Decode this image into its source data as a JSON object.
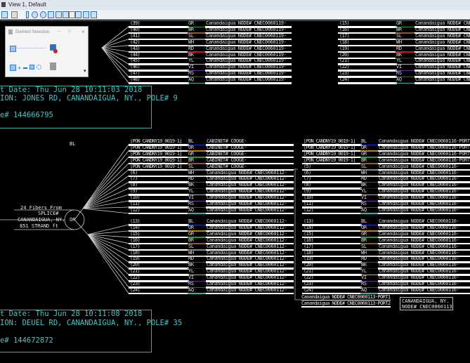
{
  "window": {
    "title": "View 1, Default"
  },
  "dialog": {
    "title": "Element Selection",
    "close": "×",
    "minimize": "–",
    "maximize": "□",
    "more": "▾"
  },
  "fiber_colors": {
    "BL": "#1a2cc8",
    "OR": "#c07a20",
    "GR": "#2a9a3a",
    "BR": "#8a5a30",
    "SL": "#888888",
    "WH": "#cccccc",
    "RD": "#c01818",
    "BK": "#222222",
    "YL": "#c8c020",
    "VI": "#6a2a9a",
    "RS": "#c02050",
    "AQ": "#30b0b0"
  },
  "header_color": "#4cc4c4",
  "poles": [
    {
      "date": "t Date: Thu Jun 28 10:11:03 2018",
      "location": "ION: JONES RD, CANANDAIGUA, NY., POLE# 9",
      "id": "e#  144666795"
    },
    {
      "date": "t Date: Thu Jun 28 10:11:08 2018",
      "location": "ION: DEUEL RD, CANANDAIGUA, NY., POLE# 35",
      "id": "e#  144672872"
    }
  ],
  "splice": {
    "label": "BL",
    "line1": "24 Fibers From",
    "line2": "SPLICE#",
    "line3": "CANANDAIGUA, NY.",
    "line4": "851 STRAND ft",
    "code": "OR"
  },
  "node_labels": {
    "port1": "Canandaigua NODE# CNEC0060113-PORT1",
    "port2": "Canandaigua NODE# CNEC0060113-PORT2",
    "box1": "CANANDAIGUA, NY.",
    "box2": "NODE# CNEC0060113"
  },
  "tables": [
    {
      "rows": [
        [
          "(39)",
          "GR",
          "Canandaigua NODE# CNEC0060119-"
        ],
        [
          "(40)",
          "BR",
          "Canandaigua NODE# CNEC0060119-"
        ],
        [
          "(41)",
          "SL",
          "Canandaigua NODE# CNEC0060119-"
        ],
        [
          "(42)",
          "WH",
          "Canandaigua NODE# CNEC0060119-"
        ],
        [
          "(43)",
          "RD",
          "Canandaigua NODE# CNEC0060119-"
        ],
        [
          "(44)",
          "BK",
          "Canandaigua NODE# CNEC0060119-"
        ],
        [
          "(45)",
          "YL",
          "Canandaigua NODE# CNEC0060119-"
        ],
        [
          "(46)",
          "VI",
          "Canandaigua NODE# CNEC0060119-"
        ],
        [
          "(47)",
          "RS",
          "Canandaigua NODE# CNEC0060119-"
        ],
        [
          "(48)",
          "AQ",
          "Canandaigua NODE# CNEC0060119-"
        ]
      ]
    },
    {
      "rows": [
        [
          "(15)",
          "GR",
          "Canandaigua NODE# CNEC"
        ],
        [
          "(16)",
          "BR",
          "Canandaigua NODE# CNEC"
        ],
        [
          "(17)",
          "SL",
          "Canandaigua NODE# CNEC"
        ],
        [
          "(18)",
          "WH",
          "Canandaigua NODE# CNEC"
        ],
        [
          "(19)",
          "RD",
          "Canandaigua NODE# CNEC"
        ],
        [
          "(20)",
          "BK",
          "Canandaigua NODE# CNEC"
        ],
        [
          "(21)",
          "YL",
          "Canandaigua NODE# CNEC"
        ],
        [
          "(22)",
          "VI",
          "Canandaigua NODE# CNEC"
        ],
        [
          "(23)",
          "RS",
          "Canandaigua NODE# CNEC"
        ],
        [
          "(24)",
          "AQ",
          "Canandaigua NODE# CNEC"
        ]
      ]
    },
    {
      "rows": [
        [
          "[PON_CANDNY19_0019-1]",
          "BL",
          "CABINET# COOGE-"
        ],
        [
          "[PON_CANDNY19_0019-1]",
          "OR",
          "CABINET# COOGE-"
        ],
        [
          "[PON_CANDNY19_0019-1]",
          "GR",
          "CABINET# COOGE-"
        ],
        [
          "[PON_CANDNY19_0019-1]",
          "BR",
          "CABINET# COOGE-"
        ],
        [
          "[PON_CANDNY19_0019-1]",
          "SL",
          "CABINET# COOGE-"
        ],
        [
          "(6)",
          "WH",
          "Canandaigua NODE# CNEC0060112-"
        ],
        [
          "(7)",
          "RD",
          "Canandaigua NODE# CNEC0060112-"
        ],
        [
          "(8)",
          "BK",
          "Canandaigua NODE# CNEC0060112-"
        ],
        [
          "(9)",
          "YL",
          "Canandaigua NODE# CNEC0060112-"
        ],
        [
          "(10)",
          "VI",
          "Canandaigua NODE# CNEC0060112-"
        ],
        [
          "(11)",
          "RS",
          "Canandaigua NODE# CNEC0060112-"
        ],
        [
          "(12)",
          "AQ",
          "Canandaigua NODE# CNEC0060112-"
        ]
      ]
    },
    {
      "rows": [
        [
          "[PON_CANDNY19_0019-1]",
          "BL",
          "Canandaigua NODE# CNEC0060116-PORT"
        ],
        [
          "[PON_CANDNY19_0019-1]",
          "OR",
          "Canandaigua NODE# CNEC0060116-PORT"
        ],
        [
          "[PON_CANDNY19_0019-1]",
          "GR",
          "Canandaigua NODE# CNEC0060116-PORT"
        ],
        [
          "[PON_CANDNY19_0019-1]",
          "BR",
          "Canandaigua NODE# CNEC0060116-PORT"
        ],
        [
          "(5)",
          "SL",
          "Canandaigua NODE# CNEC0060116-"
        ],
        [
          "(6)",
          "WH",
          "Canandaigua NODE# CNEC0060116-"
        ],
        [
          "(7)",
          "RD",
          "Canandaigua NODE# CNEC0060116-"
        ],
        [
          "(8)",
          "BK",
          "Canandaigua NODE# CNEC0060116-"
        ],
        [
          "(9)",
          "YL",
          "Canandaigua NODE# CNEC0060116-"
        ],
        [
          "(10)",
          "VI",
          "Canandaigua NODE# CNEC0060116-"
        ],
        [
          "(11)",
          "RS",
          "Canandaigua NODE# CNEC0060116-"
        ],
        [
          "(12)",
          "AQ",
          "Canandaigua NODE# CNEC0060116-"
        ]
      ]
    },
    {
      "rows": [
        [
          "(13)",
          "BL",
          "Canandaigua NODE# CNEC0060112-"
        ],
        [
          "(14)",
          "OR",
          "Canandaigua NODE# CNEC0060112-"
        ],
        [
          "(15)",
          "GR",
          "Canandaigua NODE# CNEC0060112-"
        ],
        [
          "(16)",
          "BR",
          "Canandaigua NODE# CNEC0060112-"
        ],
        [
          "(17)",
          "SL",
          "Canandaigua NODE# CNEC0060112-"
        ],
        [
          "(18)",
          "WH",
          "Canandaigua NODE# CNEC0060112-"
        ],
        [
          "(19)",
          "RD",
          "Canandaigua NODE# CNEC0060112-"
        ],
        [
          "(20)",
          "BK",
          "Canandaigua NODE# CNEC0060112-"
        ],
        [
          "(21)",
          "YL",
          "Canandaigua NODE# CNEC0060112-"
        ],
        [
          "(22)",
          "VI",
          "Canandaigua NODE# CNEC0060112-"
        ],
        [
          "(23)",
          "RS",
          "Canandaigua NODE# CNEC0060112-"
        ],
        [
          "(24)",
          "AQ",
          "Canandaigua NODE# CNEC0060112-"
        ]
      ]
    },
    {
      "rows": [
        [
          "(13)",
          "BL",
          "Canandaigua NODE# CNEC0060116-"
        ],
        [
          "(14)",
          "OR",
          "Canandaigua NODE# CNEC0060116-"
        ],
        [
          "(15)",
          "GR",
          "Canandaigua NODE# CNEC0060116-"
        ],
        [
          "(16)",
          "BR",
          "Canandaigua NODE# CNEC0060116-"
        ],
        [
          "(17)",
          "SL",
          "Canandaigua NODE# CNEC0060116-"
        ],
        [
          "(18)",
          "WH",
          "Canandaigua NODE# CNEC0060116-"
        ],
        [
          "(19)",
          "RD",
          "Canandaigua NODE# CNEC0060116-"
        ],
        [
          "(20)",
          "BK",
          "Canandaigua NODE# CNEC0060116-"
        ],
        [
          "(21)",
          "YL",
          "Canandaigua NODE# CNEC0060116-"
        ],
        [
          "(22)",
          "VI",
          "Canandaigua NODE# CNEC0060116-"
        ],
        [
          "(23)",
          "RS",
          "Canandaigua NODE# CNEC0060116-"
        ],
        [
          "(24)",
          "AQ",
          "Canandaigua NODE# CNEC0060116-"
        ]
      ]
    }
  ]
}
